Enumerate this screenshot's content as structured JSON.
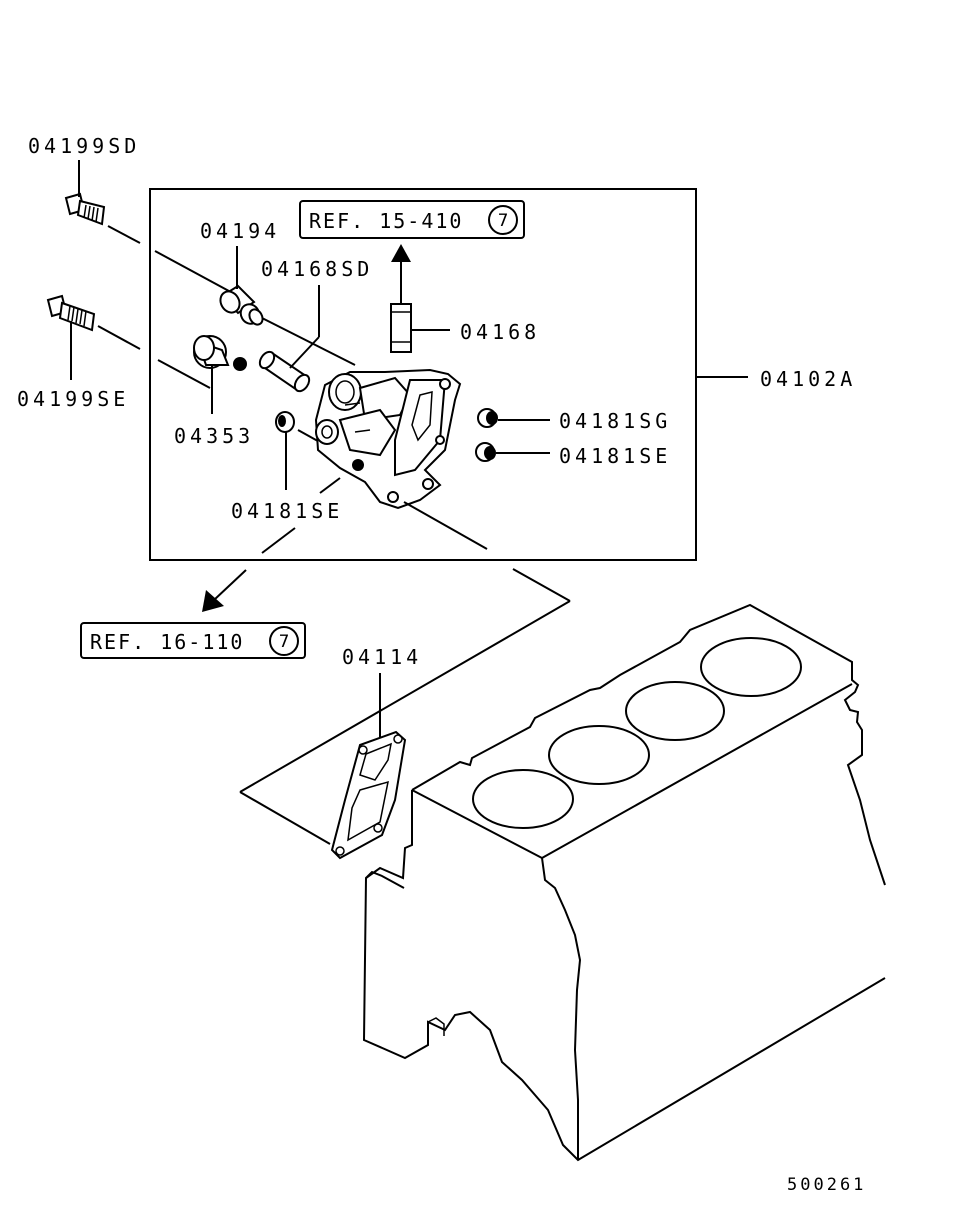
{
  "labels": {
    "bolt_sd": "04199SD",
    "bolt_se": "04199SE",
    "plug_04194": "04194",
    "pipe_04168sd": "04168SD",
    "pipe_04168": "04168",
    "sensor_04353": "04353",
    "plug_04181se_lower": "04181SE",
    "plug_04181sg": "04181SG",
    "plug_04181se_right": "04181SE",
    "assembly": "04102A",
    "gasket": "04114"
  },
  "refs": {
    "ref_top": {
      "text": "REF. 15-410",
      "circle": "7"
    },
    "ref_bottom": {
      "text": "REF. 16-110",
      "circle": "7"
    }
  },
  "diagram_number": "500261"
}
